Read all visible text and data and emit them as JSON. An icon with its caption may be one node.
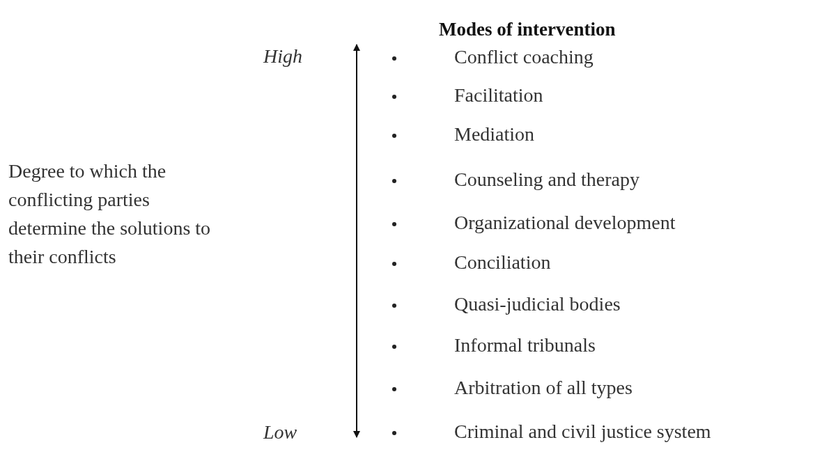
{
  "diagram": {
    "title": "Modes of intervention",
    "labels": [
      "Degree to which the conflicting parties determine the solutions to their conflicts",
      "High",
      "Conflict coaching",
      "Facilitation",
      "Mediation",
      "Counseling and therapy",
      "Organizational development",
      "Conciliation",
      "Quasi-judicial bodies",
      "Informal tribunals",
      "Arbitration of all types",
      "Criminal and civil justice system",
      "Low"
    ]
  }
}
